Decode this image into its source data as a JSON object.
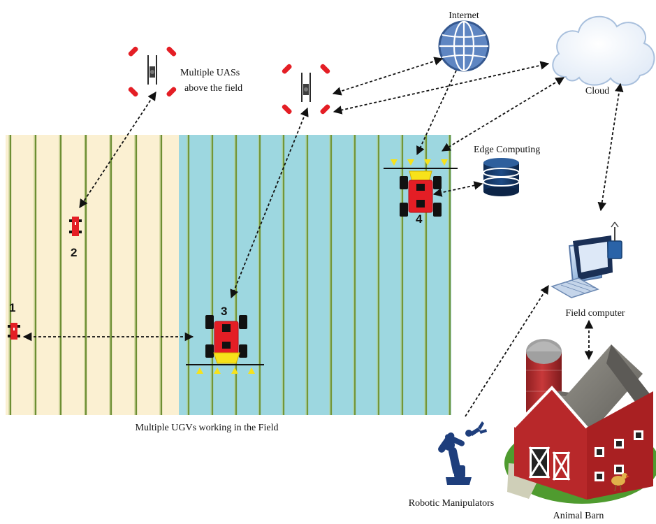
{
  "labels": {
    "internet": "Internet",
    "cloud": "Cloud",
    "uas": "Multiple UASs",
    "uas2": "above the field",
    "edge": "Edge Computing",
    "field_computer": "Field computer",
    "ugvs": "Multiple UGVs working in the Field",
    "robotic": "Robotic Manipulators",
    "barn": "Animal Barn"
  },
  "robots": {
    "r1": "1",
    "r2": "2",
    "r3": "3",
    "r4": "4"
  },
  "colors": {
    "field_left": "#fbf0d2",
    "field_right": "#9dd7e0",
    "crop": "#7a9a3a",
    "drone_red": "#e41e25",
    "robot_red": "#e41e25",
    "sprayer_yellow": "#f7e21a",
    "internet_blue": "#5f86c2",
    "barn_red": "#b8282a",
    "roof_gray": "#7d7a73",
    "grass": "#4f9b2f",
    "arm_blue": "#1e3e7c",
    "monitor_blue": "#2a63a8"
  }
}
